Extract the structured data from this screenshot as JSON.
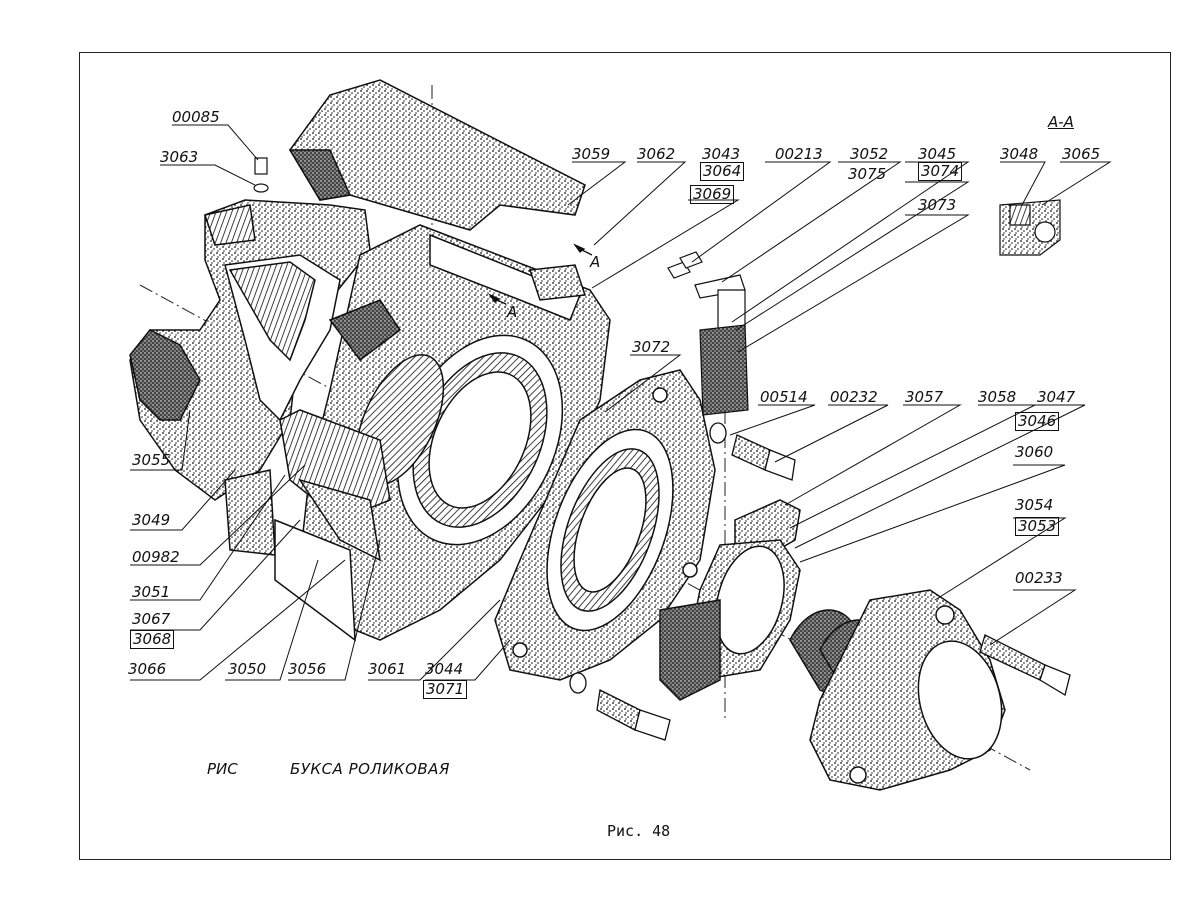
{
  "callouts": [
    {
      "id": "00085",
      "boxed": false
    },
    {
      "id": "3063",
      "boxed": false
    },
    {
      "id": "3059",
      "boxed": false
    },
    {
      "id": "3062",
      "boxed": false
    },
    {
      "id": "3043",
      "boxed": false
    },
    {
      "id": "3064",
      "boxed": true
    },
    {
      "id": "3069",
      "boxed": true
    },
    {
      "id": "00213",
      "boxed": false
    },
    {
      "id": "3052",
      "boxed": false
    },
    {
      "id": "3075",
      "boxed": false
    },
    {
      "id": "3045",
      "boxed": false
    },
    {
      "id": "3074",
      "boxed": true
    },
    {
      "id": "3073",
      "boxed": false
    },
    {
      "id": "3048",
      "boxed": false
    },
    {
      "id": "3065",
      "boxed": false
    },
    {
      "id": "3072",
      "boxed": false
    },
    {
      "id": "00514",
      "boxed": false
    },
    {
      "id": "00232",
      "boxed": false
    },
    {
      "id": "3057",
      "boxed": false
    },
    {
      "id": "3058",
      "boxed": false
    },
    {
      "id": "3047",
      "boxed": false
    },
    {
      "id": "3046",
      "boxed": true
    },
    {
      "id": "3060",
      "boxed": false
    },
    {
      "id": "3054",
      "boxed": false
    },
    {
      "id": "3053",
      "boxed": true
    },
    {
      "id": "00233",
      "boxed": false
    },
    {
      "id": "3055",
      "boxed": false
    },
    {
      "id": "3049",
      "boxed": false
    },
    {
      "id": "00982",
      "boxed": false
    },
    {
      "id": "3051",
      "boxed": false
    },
    {
      "id": "3067",
      "boxed": false
    },
    {
      "id": "3068",
      "boxed": true
    },
    {
      "id": "3066",
      "boxed": false
    },
    {
      "id": "3050",
      "boxed": false
    },
    {
      "id": "3056",
      "boxed": false
    },
    {
      "id": "3061",
      "boxed": false
    },
    {
      "id": "3044",
      "boxed": false
    },
    {
      "id": "3071",
      "boxed": true
    }
  ],
  "section_label": "А-А",
  "section_marks": [
    "А",
    "А"
  ],
  "caption": {
    "prefix": "РИС",
    "title": "БУКСА РОЛИКОВАЯ"
  },
  "figure_number": "Рис. 48"
}
